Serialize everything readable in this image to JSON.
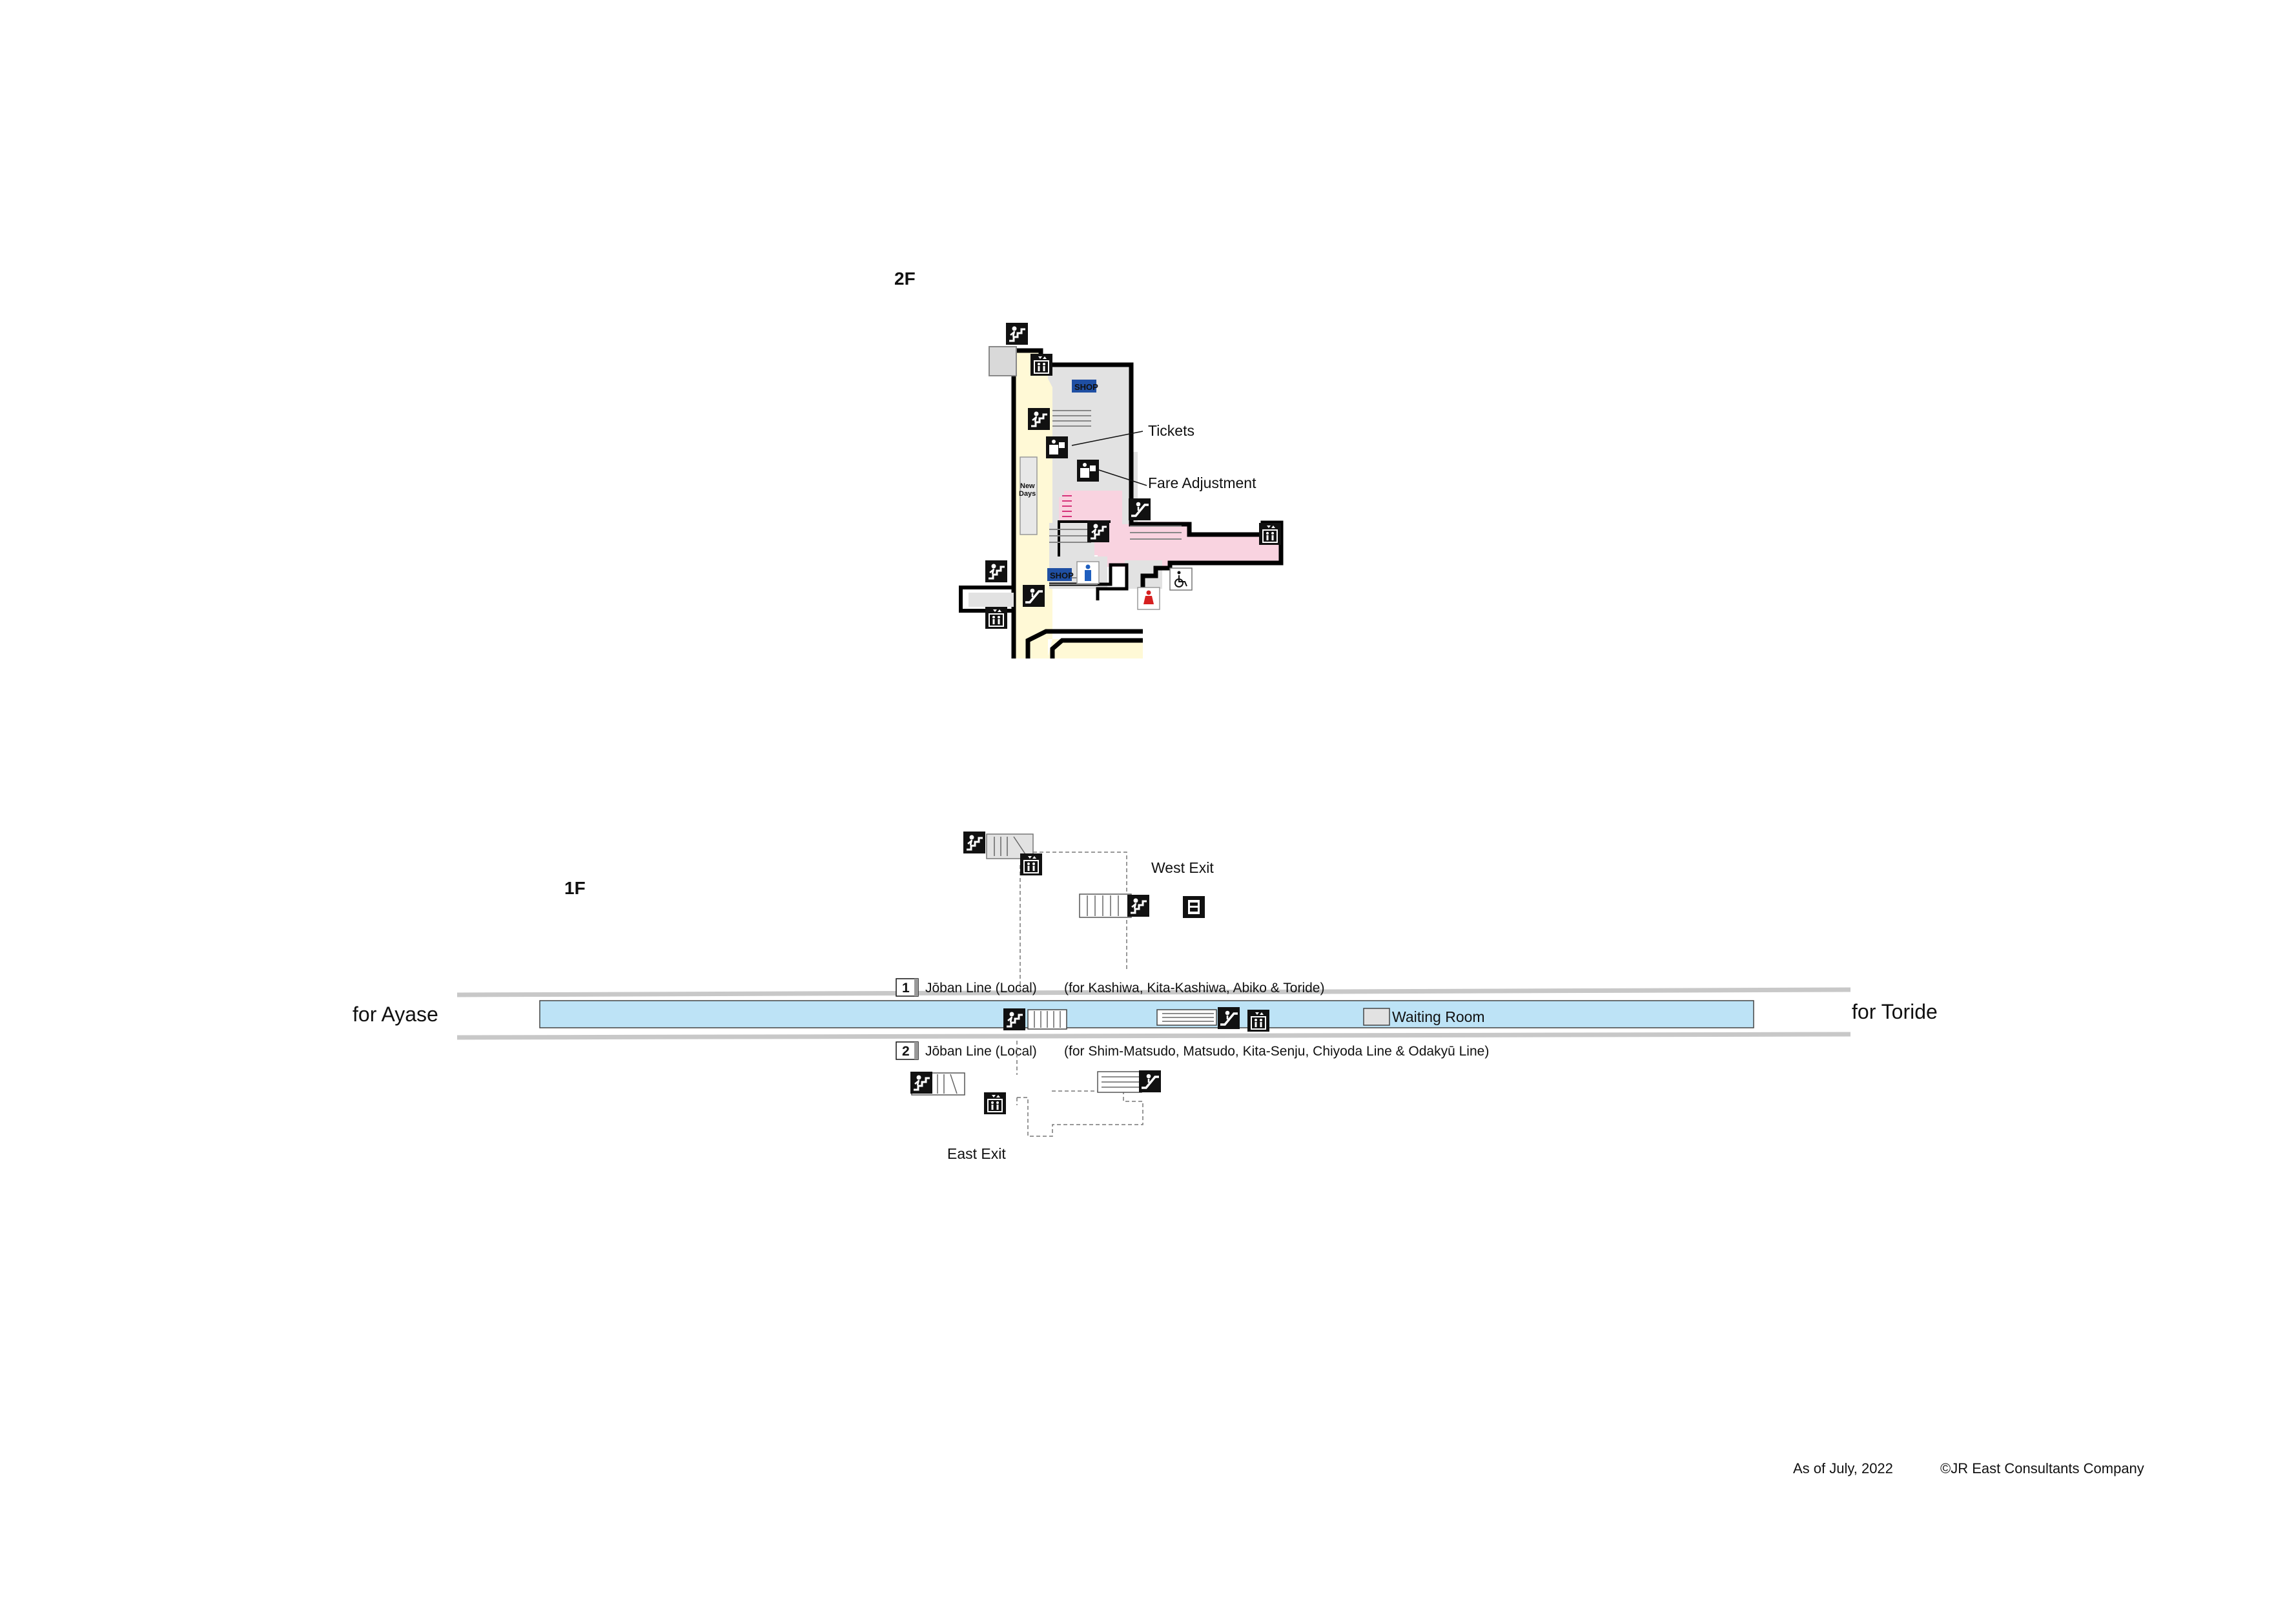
{
  "floors": {
    "upper": "2F",
    "lower": "1F"
  },
  "directions": {
    "west": "for Ayase",
    "east": "for Toride"
  },
  "platforms": [
    {
      "number": "1",
      "line": "Jōban Line (Local)",
      "destinations": "(for Kashiwa, Kita-Kashiwa, Abiko & Toride)"
    },
    {
      "number": "2",
      "line": "Jōban Line (Local)",
      "destinations": "(for Shim-Matsudo, Matsudo, Kita-Senju, Chiyoda Line & Odakyū Line)"
    }
  ],
  "labels": {
    "tickets": "Tickets",
    "fare_adjustment": "Fare Adjustment",
    "west_exit": "West Exit",
    "east_exit": "East Exit",
    "waiting_room": "Waiting Room",
    "shop": "SHOP",
    "newdays_top": "New",
    "newdays_bottom": "Days"
  },
  "footer": {
    "as_of": "As of July, 2022",
    "copyright": "©JR East Consultants Company"
  },
  "colors": {
    "platform": "#bde3f6",
    "concourse": "#fff9d6",
    "paid_area": "#f9d3e0",
    "shop_area": "#e2e2e2",
    "wall": "#000000",
    "track": "#c8c8c8",
    "shop_badge": "#1f4fa3",
    "male_wc": "#1f5fbf",
    "female_wc": "#d62020",
    "newdays": "#8cc63f"
  },
  "icons": [
    "stairs-icon",
    "escalator-icon",
    "elevator-icon",
    "ticket-machine-icon",
    "fare-adjustment-icon",
    "male-restroom-icon",
    "female-restroom-icon",
    "accessible-restroom-icon",
    "locker-icon"
  ]
}
